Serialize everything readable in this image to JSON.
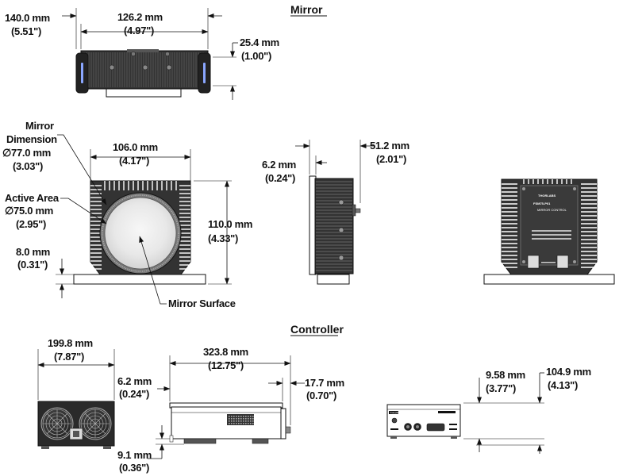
{
  "titles": {
    "mirror": "Mirror",
    "controller": "Controller"
  },
  "mirror_top": {
    "width_mm": "140.0 mm",
    "width_in": "(5.51\")",
    "inner_mm": "126.2 mm",
    "inner_in": "(4.97\")",
    "height_mm": "25.4 mm",
    "height_in": "(1.00\")"
  },
  "mirror_front": {
    "mirror_dim_1": "Mirror",
    "mirror_dim_2": "Dimension",
    "mirror_dim_mm": "∅77.0 mm",
    "mirror_dim_in": "(3.03\")",
    "active_1": "Active Area",
    "active_mm": "∅75.0 mm",
    "active_in": "(2.95\")",
    "width_mm": "106.0 mm",
    "width_in": "(4.17\")",
    "height_mm": "110.0 mm",
    "height_in": "(4.33\")",
    "base_mm": "8.0 mm",
    "base_in": "(0.31\")",
    "surface": "Mirror Surface"
  },
  "mirror_side": {
    "depth_mm": "51.2 mm",
    "depth_in": "(2.01\")",
    "offset_mm": "6.2 mm",
    "offset_in": "(0.24\")"
  },
  "mirror_back": {
    "brand": "THORLABS",
    "model": "FSM75-P01",
    "sub": "MIRROR CONTROL"
  },
  "controller_end": {
    "width_mm": "199.8 mm",
    "width_in": "(7.87\")"
  },
  "controller_side": {
    "length_mm": "323.8 mm",
    "length_in": "(12.75\")",
    "left_mm": "6.2 mm",
    "left_in": "(0.24\")",
    "right_mm": "17.7 mm",
    "right_in": "(0.70\")",
    "foot_mm": "9.1 mm",
    "foot_in": "(0.36\")"
  },
  "controller_front": {
    "body_mm": "9.58 mm",
    "body_in": "(3.77\")",
    "total_mm": "104.9 mm",
    "total_in": "(4.13\")",
    "brand": "THORLABS"
  }
}
